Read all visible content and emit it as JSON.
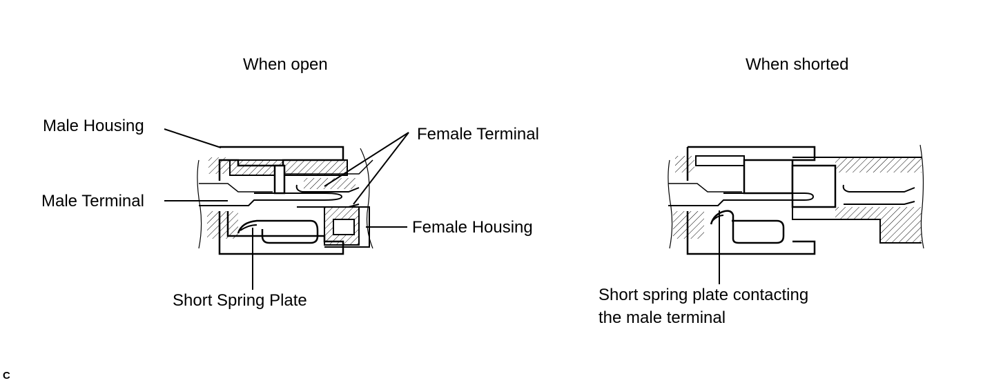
{
  "captions": {
    "open": "When open",
    "shorted": "When shorted"
  },
  "labels": {
    "male_housing": "Male Housing",
    "male_terminal": "Male Terminal",
    "female_terminal": "Female Terminal",
    "female_housing": "Female Housing",
    "short_spring_plate": "Short Spring Plate",
    "contact_line1": "Short spring plate contacting",
    "contact_line2": "the male terminal"
  },
  "figure_code": "C",
  "colors": {
    "line": "#000000",
    "background": "#ffffff"
  }
}
